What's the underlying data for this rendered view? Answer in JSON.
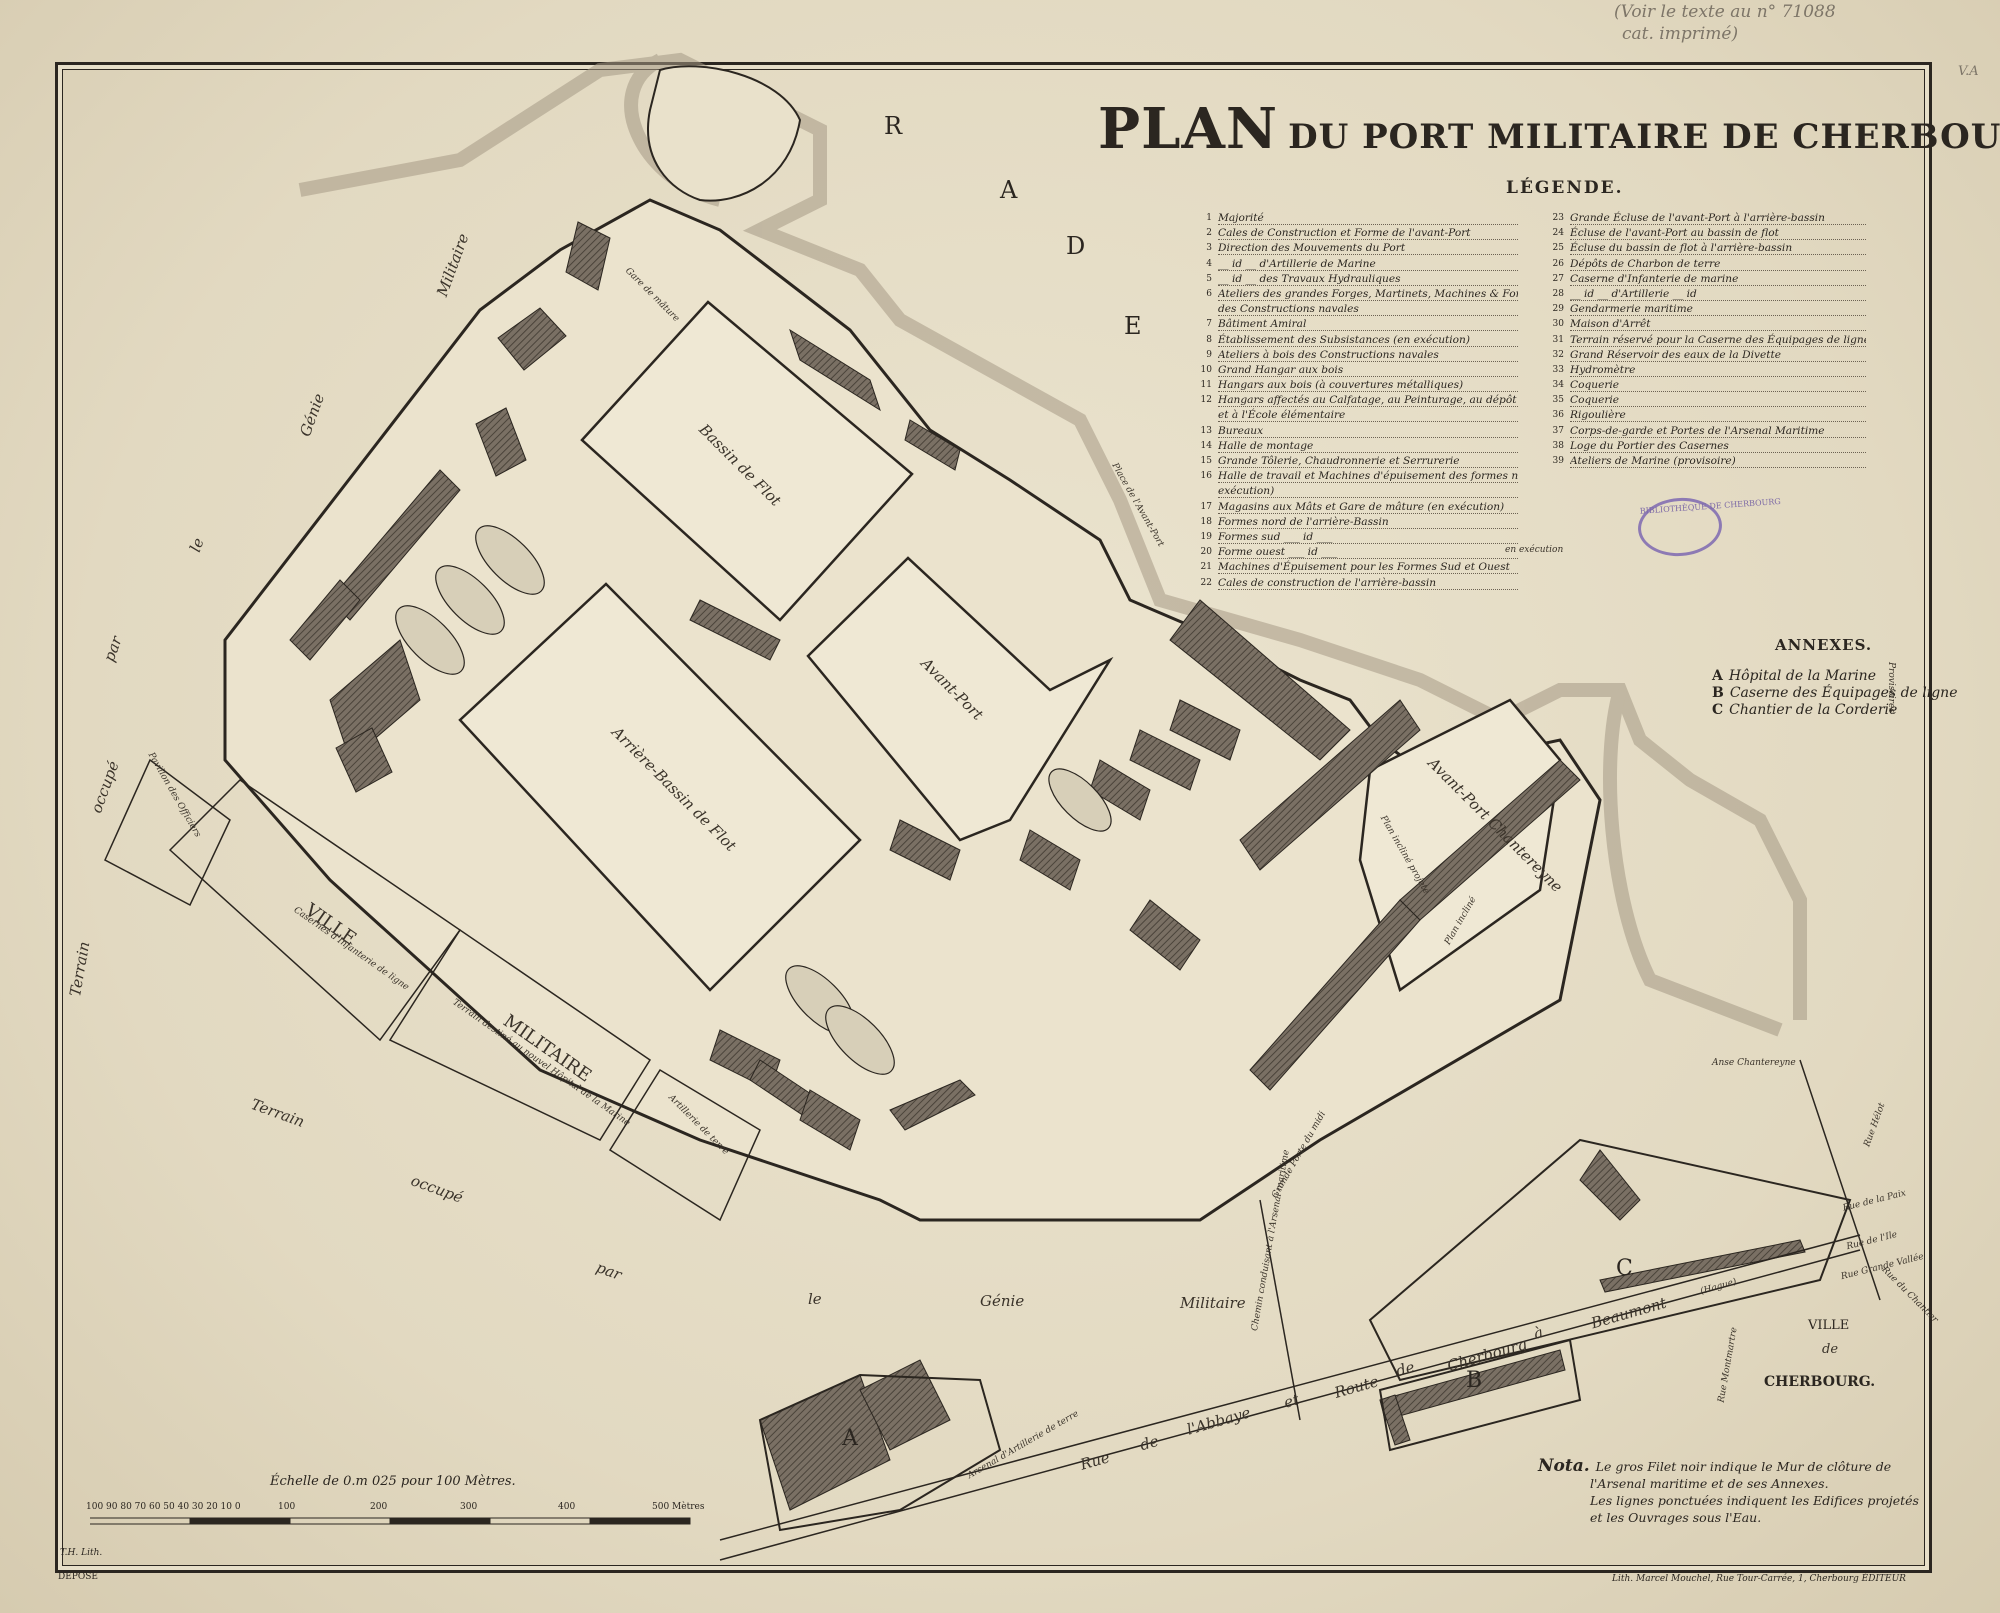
{
  "title": {
    "main": "PLAN",
    "rest": "DU PORT MILITAIRE DE CHERBOURG."
  },
  "legend_title": "LÉGENDE.",
  "legend_left": [
    {
      "n": "1",
      "t": "Majorité"
    },
    {
      "n": "2",
      "t": "Cales de Construction et Forme de l'avant-Port"
    },
    {
      "n": "3",
      "t": "Direction des Mouvements du Port"
    },
    {
      "n": "4",
      "t": "__ id __ d'Artillerie de Marine"
    },
    {
      "n": "5",
      "t": "__ id __ des Travaux Hydrauliques"
    },
    {
      "n": "6",
      "t": "Ateliers des grandes Forges, Martinets, Machines & Fonderie"
    },
    {
      "n": "",
      "t": "des Constructions navales"
    },
    {
      "n": "7",
      "t": "Bâtiment Amiral"
    },
    {
      "n": "8",
      "t": "Établissement des Subsistances (en exécution)"
    },
    {
      "n": "9",
      "t": "Ateliers à bois des Constructions navales"
    },
    {
      "n": "10",
      "t": "Grand Hangar aux bois"
    },
    {
      "n": "11",
      "t": "Hangars aux bois (à couvertures métalliques)"
    },
    {
      "n": "12",
      "t": "Hangars affectés au Calfatage, au Peinturage, au dépôt du Chêne"
    },
    {
      "n": "",
      "t": "et à l'École élémentaire"
    },
    {
      "n": "13",
      "t": "Bureaux"
    },
    {
      "n": "14",
      "t": "Halle de montage"
    },
    {
      "n": "15",
      "t": "Grande Tôlerie, Chaudronnerie et Serrurerie"
    },
    {
      "n": "16",
      "t": "Halle de travail et Machines d'épuisement des formes nord (en"
    },
    {
      "n": "",
      "t": "exécution)"
    },
    {
      "n": "17",
      "t": "Magasins aux Mâts et Gare de mâture (en exécution)"
    },
    {
      "n": "18",
      "t": "Formes nord de l'arrière-Bassin"
    },
    {
      "n": "19",
      "t": "Formes sud ___ id ___"
    },
    {
      "n": "20",
      "t": "Forme ouest ___ id ___"
    },
    {
      "n": "21",
      "t": "Machines d'Épuisement pour les Formes Sud et Ouest"
    },
    {
      "n": "22",
      "t": "Cales de construction de l'arrière-bassin"
    }
  ],
  "legend_brace": "en exécution",
  "legend_right": [
    {
      "n": "23",
      "t": "Grande Écluse de l'avant-Port à l'arrière-bassin"
    },
    {
      "n": "24",
      "t": "Écluse de l'avant-Port au bassin de flot"
    },
    {
      "n": "25",
      "t": "Écluse du bassin de flot à l'arrière-bassin"
    },
    {
      "n": "26",
      "t": "Dépôts de Charbon de terre"
    },
    {
      "n": "27",
      "t": "Caserne d'Infanterie de marine"
    },
    {
      "n": "28",
      "t": "__ id __ d'Artillerie __ id"
    },
    {
      "n": "29",
      "t": "Gendarmerie maritime"
    },
    {
      "n": "30",
      "t": "Maison d'Arrêt"
    },
    {
      "n": "31",
      "t": "Terrain réservé pour la Caserne des Équipages de ligne"
    },
    {
      "n": "32",
      "t": "Grand Réservoir des eaux de la Divette"
    },
    {
      "n": "33",
      "t": "Hydromètre"
    },
    {
      "n": "34",
      "t": "Coquerie"
    },
    {
      "n": "35",
      "t": "Coquerie"
    },
    {
      "n": "36",
      "t": "Rigoulière"
    },
    {
      "n": "37",
      "t": "Corps-de-garde et Portes de l'Arsenal Maritime"
    },
    {
      "n": "38",
      "t": "Loge du Portier des Casernes"
    },
    {
      "n": "39",
      "t": "Ateliers de Marine (provisoire)"
    }
  ],
  "annexes": {
    "title": "ANNEXES.",
    "items": [
      {
        "letter": "A",
        "t": "Hôpital de la Marine"
      },
      {
        "letter": "B",
        "t": "Caserne des Équipages de ligne"
      },
      {
        "letter": "C",
        "t": "Chantier de la Corderie"
      }
    ],
    "brace": "Provisoires"
  },
  "map_labels": {
    "rade": [
      "R",
      "A",
      "D",
      "E"
    ],
    "bassin_flot": "Bassin de Flot",
    "arriere_bassin": "Arrière-Bassin de Flot",
    "avant_port": "Avant-Port",
    "avant_port_chantereyne": "Avant-Port Chantereyne",
    "anse": "Anse Chantereyne",
    "gare_mature": "Gare de mâture",
    "ville_left": "VILLE",
    "casernes": "Casernes d'Infanterie de ligne",
    "militaire": "MILITAIRE",
    "terrain_hopital": "Terrain destiné au nouvel Hôpital de la Marine",
    "pavillon": "Pavillon des Officiers",
    "artillerie_terre": "Artillerie de terre",
    "arsenal_artillerie": "Arsenal d'Artillerie de terre",
    "grande_porte": "Grande Porte du midi",
    "plan_incline": "Plan incliné projeté",
    "plan_incline2": "Plan incliné",
    "place": "Place de l'Avant-Port",
    "genie_left": [
      "Militaire",
      "Génie",
      "le",
      "par",
      "occupé",
      "Terrain"
    ],
    "genie_bottom": [
      "Terrain",
      "occupé",
      "par",
      "le",
      "Génie",
      "Militaire"
    ],
    "road": [
      "Rue",
      "de",
      "l'Abbaye",
      "et",
      "Route",
      "de",
      "Cherbourg",
      "à",
      "Beaumont",
      "(Hague)"
    ],
    "road_side": "Chemin conduisant à l'Arsenal maritime",
    "ville_right": [
      "VILLE",
      "de",
      "CHERBOURG."
    ],
    "streets": [
      "Rue de la Paix",
      "Rue de l'Ile",
      "Rue Grande Vallée",
      "Rue du Chantier",
      "Rue Hélot",
      "Rue Montmartre"
    ]
  },
  "scale": {
    "label": "Échelle de 0.m 025 pour 100 Mètres.",
    "ticks": [
      "100 90 80 70 60 50 40 30 20 10 0",
      "100",
      "200",
      "300",
      "400",
      "500 Mètres"
    ]
  },
  "nota": {
    "head": "Nota.",
    "lines": [
      "Le gros Filet noir indique le Mur de clôture de",
      "l'Arsenal maritime et de ses Annexes.",
      "Les lignes ponctuées indiquent les Edifices projetés",
      "et les Ouvrages sous l'Eau."
    ]
  },
  "imprint": "Lith. Marcel Mouchel, Rue Tour-Carrée, 1, Cherbourg ÉDITEUR",
  "lith": "T.H. Lith.",
  "depose": "DÉPOSÉ",
  "handwritten": [
    "(Voir le texte au n° 71088",
    "cat. imprimé)"
  ],
  "margin_note": "V.A",
  "stamp": "BIBLIOTHÈQUE DE CHERBOURG"
}
